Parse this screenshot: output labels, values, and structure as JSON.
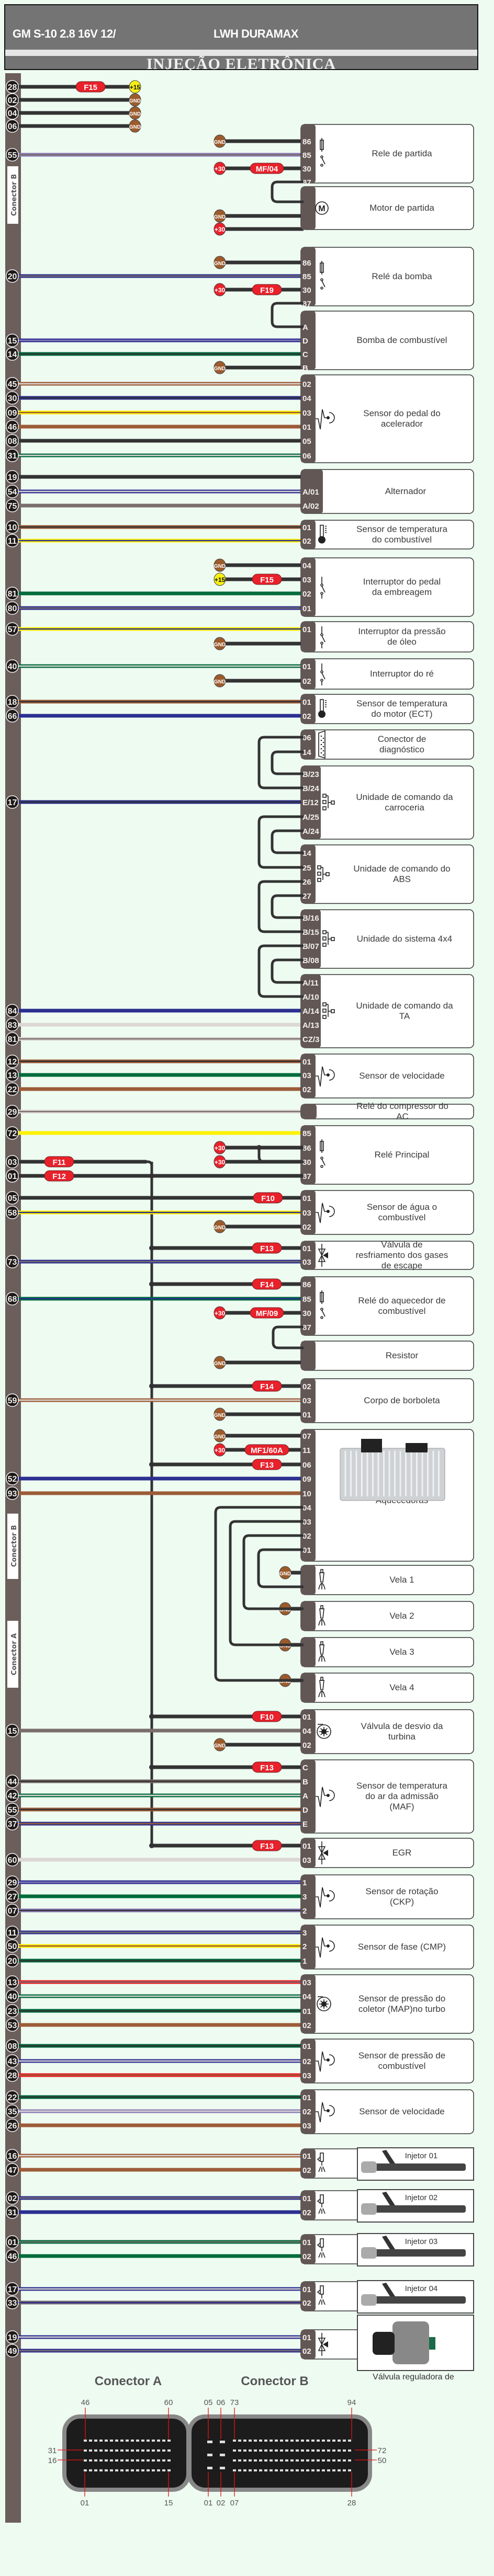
{
  "header": {
    "vehicle": "GM S-10   2.8  16V     12/",
    "engine": "LWH DURAMAX",
    "subtitle": "INJEÇÃO ELETRÔNICA"
  },
  "colors": {
    "background": "#eefbf1",
    "ecu_strip": "#6b5e5b",
    "connector_box": "#625755",
    "fuse": "#e8212b",
    "plus15": "#f7ee14",
    "gnd": "#9c5b2c",
    "wire_black": "#333333",
    "wire_blue": "#2b2f8f",
    "wire_yellow": "#fff200",
    "wire_brown": "#9c5b38",
    "wire_green": "#006b3c",
    "wire_white": "#dcd6d4",
    "wire_gray": "#7a6e6b",
    "wire_violet": "#8a7ab8",
    "wire_red": "#ec1c24"
  },
  "connector_labels": {
    "b": "Conector B",
    "a": "Conector A"
  },
  "power_feeds": [
    {
      "pin": "28",
      "fuse": "F15",
      "source": "+15"
    },
    {
      "pin": "02",
      "source": "GND"
    },
    {
      "pin": "04",
      "source": "GND"
    },
    {
      "pin": "06",
      "source": "GND"
    }
  ],
  "components": [
    {
      "name": "Rele de partida",
      "icon": "relay-icon",
      "pins": [
        {
          "pin": "86",
          "src": "GND"
        },
        {
          "pin": "85",
          "ecu": "55",
          "wire": "violet-gray"
        },
        {
          "pin": "30",
          "src": "+30",
          "fuse": "MF/04"
        },
        {
          "pin": "87",
          "link": "motor"
        }
      ]
    },
    {
      "name": "Motor de partida",
      "icon": "motor-icon",
      "pins": [
        {
          "pin": "",
          "link": "rele"
        },
        {
          "pin": "",
          "src": "GND"
        },
        {
          "pin": "",
          "src": "+30"
        }
      ]
    },
    {
      "name": "Relé da bomba",
      "icon": "relay-icon",
      "pins": [
        {
          "pin": "86",
          "src": "GND"
        },
        {
          "pin": "85",
          "ecu": "20",
          "wire": "blue-gray"
        },
        {
          "pin": "30",
          "src": "+30",
          "fuse": "F19"
        },
        {
          "pin": "87",
          "link": "bomba"
        }
      ]
    },
    {
      "name": "Bomba de combustível",
      "icon": "",
      "pins": [
        {
          "pin": "A",
          "link": "rele"
        },
        {
          "pin": "D",
          "ecu": "15",
          "wire": "blue-violet"
        },
        {
          "pin": "C",
          "ecu": "14",
          "wire": "green-black"
        },
        {
          "pin": "B",
          "src": "GND"
        }
      ]
    },
    {
      "name": "Sensor do pedal do acelerador",
      "icon": "sensor-icon",
      "pins": [
        {
          "pin": "02",
          "ecu": "45",
          "wire": "brown-white"
        },
        {
          "pin": "04",
          "ecu": "30",
          "wire": "blue-black"
        },
        {
          "pin": "03",
          "ecu": "09",
          "wire": "yellow-brown"
        },
        {
          "pin": "01",
          "ecu": "46",
          "wire": "brown"
        },
        {
          "pin": "05",
          "ecu": "08",
          "wire": "black"
        },
        {
          "pin": "06",
          "ecu": "31",
          "wire": "green-white"
        }
      ]
    },
    {
      "name": "Alternador",
      "icon": "",
      "pins": [
        {
          "pin": "",
          "ecu": "19",
          "wire": "black"
        },
        {
          "pin": "A/01",
          "ecu": "54",
          "wire": "blue-white"
        },
        {
          "pin": "A/02",
          "ecu": "75",
          "wire": "gray"
        }
      ]
    },
    {
      "name": "Sensor de temperatura do combustível",
      "icon": "thermometer-icon",
      "pins": [
        {
          "pin": "01",
          "ecu": "10",
          "wire": "brown-black"
        },
        {
          "pin": "02",
          "ecu": "11",
          "wire": "yellow-blue"
        }
      ]
    },
    {
      "name": "Interruptor do pedal da embreagem",
      "icon": "switch-icon",
      "pins": [
        {
          "pin": "04",
          "src": "GND"
        },
        {
          "pin": "03",
          "src": "+15",
          "fuse": "F15"
        },
        {
          "pin": "02",
          "ecu": "81",
          "wire": "green"
        },
        {
          "pin": "01",
          "ecu": "80",
          "wire": "blue-gray"
        }
      ]
    },
    {
      "name": "Interruptor da pressão de óleo",
      "icon": "switch-icon",
      "pins": [
        {
          "pin": "01",
          "ecu": "57",
          "wire": "yellow-blue"
        },
        {
          "pin": "",
          "src": "GND"
        }
      ]
    },
    {
      "name": "Interruptor do ré",
      "icon": "switch-icon",
      "pins": [
        {
          "pin": "01",
          "ecu": "40",
          "wire": "green-white"
        },
        {
          "pin": "02",
          "src": "GND"
        }
      ]
    },
    {
      "name": "Sensor de temperatura do motor (ECT)",
      "icon": "thermometer-icon",
      "pins": [
        {
          "pin": "01",
          "ecu": "18",
          "wire": "brown-black"
        },
        {
          "pin": "02",
          "ecu": "66",
          "wire": "blue"
        }
      ]
    },
    {
      "name": "Conector de diagnóstico",
      "icon": "diagnostic-connector-icon",
      "pins": [
        {
          "pin": "06",
          "link": "can"
        },
        {
          "pin": "14",
          "link": "can"
        }
      ]
    },
    {
      "name": "Unidade de comando da carroceria",
      "icon": "network-icon",
      "pins": [
        {
          "pin": "B/23",
          "link": "can"
        },
        {
          "pin": "B/24",
          "link": "can"
        },
        {
          "pin": "E/12",
          "ecu": "17",
          "wire": "blue-black"
        },
        {
          "pin": "A/25",
          "link": "can"
        },
        {
          "pin": "A/24",
          "link": "can"
        }
      ]
    },
    {
      "name": "Unidade de comando do ABS",
      "icon": "network-icon",
      "pins": [
        {
          "pin": "14",
          "link": "can"
        },
        {
          "pin": "25",
          "link": "can"
        },
        {
          "pin": "26",
          "link": "can"
        },
        {
          "pin": "27",
          "link": "can"
        }
      ]
    },
    {
      "name": "Unidade do sistema 4x4",
      "icon": "network-icon",
      "pins": [
        {
          "pin": "B/16",
          "link": "can"
        },
        {
          "pin": "B/15",
          "link": "can"
        },
        {
          "pin": "B/07",
          "link": "can"
        },
        {
          "pin": "B/08",
          "link": "can"
        }
      ]
    },
    {
      "name": "Unidade de comando da TA",
      "icon": "network-icon",
      "pins": [
        {
          "pin": "A/11",
          "link": "can"
        },
        {
          "pin": "A/10",
          "link": "can"
        },
        {
          "pin": "A/14",
          "ecu": "84",
          "wire": "blue"
        },
        {
          "pin": "A/13",
          "ecu": "83",
          "wire": "white"
        },
        {
          "pin": "CZ/3",
          "ecu": "81",
          "wire": "white-gray"
        }
      ]
    },
    {
      "name": "Sensor de velocidade",
      "icon": "sensor-icon",
      "pins": [
        {
          "pin": "01",
          "ecu": "12",
          "wire": "brown-black"
        },
        {
          "pin": "03",
          "ecu": "13",
          "wire": "green"
        },
        {
          "pin": "02",
          "ecu": "22",
          "wire": "brown"
        }
      ]
    },
    {
      "name": "Relé do compressor do AC",
      "icon": "",
      "pins": [
        {
          "pin": "",
          "ecu": "29",
          "wire": "white-gray"
        }
      ]
    },
    {
      "name": "Relé Principal",
      "icon": "relay-icon",
      "pins": [
        {
          "pin": "85",
          "ecu": "72",
          "wire": "yellow"
        },
        {
          "pin": "86",
          "src": "+30"
        },
        {
          "pin": "30",
          "src": "+30"
        },
        {
          "pin": "87",
          "ecu": "01",
          "fuse": "F12",
          "wire": "black"
        }
      ]
    },
    {
      "name": "Sensor de água o combustível",
      "icon": "sensor-icon",
      "pins": [
        {
          "pin": "01",
          "ecu": "05",
          "fuse": "F10",
          "wire": "black"
        },
        {
          "pin": "03",
          "ecu": "58",
          "wire": "yellow-blue"
        },
        {
          "pin": "02",
          "src": "GND"
        }
      ]
    },
    {
      "name": "Válvula de resfriamento dos gases de escape",
      "icon": "valve-icon",
      "pins": [
        {
          "pin": "01",
          "fuse": "F13",
          "link": "bus"
        },
        {
          "pin": "03",
          "ecu": "73",
          "wire": "blue-gray"
        }
      ]
    },
    {
      "name": "Relé do aquecedor de combustível",
      "icon": "relay-icon",
      "pins": [
        {
          "pin": "86",
          "fuse": "F14",
          "link": "bus"
        },
        {
          "pin": "85",
          "ecu": "68",
          "wire": "green-blue"
        },
        {
          "pin": "30",
          "src": "+30",
          "fuse": "MF/09"
        },
        {
          "pin": "87",
          "link": "resistor"
        }
      ]
    },
    {
      "name": "Resistor",
      "icon": "",
      "pins": [
        {
          "pin": "",
          "link": "rele"
        },
        {
          "pin": "",
          "src": "GND"
        }
      ]
    },
    {
      "name": "Corpo de borboleta",
      "icon": "",
      "pins": [
        {
          "pin": "02",
          "fuse": "F14",
          "link": "bus"
        },
        {
          "pin": "03",
          "ecu": "59",
          "wire": "brown-white"
        },
        {
          "pin": "01",
          "src": "GND"
        }
      ]
    },
    {
      "name": "Módulo das velas Aquecedoras",
      "icon": "glow-module-photo",
      "pins": [
        {
          "pin": "07",
          "src": "GND"
        },
        {
          "pin": "11",
          "src": "+30",
          "fuse": "MF1/60A"
        },
        {
          "pin": "06",
          "fuse": "F13",
          "link": "bus"
        },
        {
          "pin": "09",
          "ecu": "52",
          "wire": "blue"
        },
        {
          "pin": "10",
          "ecu": "93",
          "wire": "brown"
        },
        {
          "pin": "04",
          "link": "vela4"
        },
        {
          "pin": "03",
          "link": "vela3"
        },
        {
          "pin": "02",
          "link": "vela2"
        },
        {
          "pin": "01",
          "link": "vela1"
        }
      ]
    },
    {
      "name": "Vela 1",
      "icon": "glow-plug-icon",
      "pins": [
        {
          "pin": "",
          "src": "GND"
        },
        {
          "pin": "",
          "link": "mod"
        }
      ]
    },
    {
      "name": "Vela 2",
      "icon": "glow-plug-icon",
      "pins": [
        {
          "pin": "",
          "src": "GND"
        },
        {
          "pin": "",
          "link": "mod"
        }
      ]
    },
    {
      "name": "Vela 3",
      "icon": "glow-plug-icon",
      "pins": [
        {
          "pin": "",
          "src": "GND"
        },
        {
          "pin": "",
          "link": "mod"
        }
      ]
    },
    {
      "name": "Vela 4",
      "icon": "glow-plug-icon",
      "pins": [
        {
          "pin": "",
          "src": "GND"
        },
        {
          "pin": "",
          "link": "mod"
        }
      ]
    },
    {
      "name": "Válvula de desvio da turbina",
      "icon": "turbo-icon",
      "pins": [
        {
          "pin": "01",
          "fuse": "F10",
          "link": "bus"
        },
        {
          "pin": "04",
          "ecu": "15",
          "wire": "gray"
        },
        {
          "pin": "02",
          "src": "GND"
        }
      ]
    },
    {
      "name": "Sensor de temperatura do ar da admissão (MAF)",
      "icon": "sensor-icon",
      "pins": [
        {
          "pin": "C",
          "fuse": "F13",
          "link": "bus"
        },
        {
          "pin": "B",
          "ecu": "44",
          "wire": "gray-black"
        },
        {
          "pin": "A",
          "ecu": "42",
          "wire": "green-white"
        },
        {
          "pin": "D",
          "ecu": "55",
          "wire": "brown-black"
        },
        {
          "pin": "E",
          "ecu": "37",
          "wire": "blue-brown"
        }
      ]
    },
    {
      "name": "EGR",
      "icon": "valve-icon",
      "pins": [
        {
          "pin": "01",
          "fuse": "F13",
          "link": "bus"
        },
        {
          "pin": "03",
          "ecu": "60",
          "wire": "white"
        }
      ]
    },
    {
      "name": "Sensor de rotação (CKP)",
      "icon": "sensor-icon",
      "pins": [
        {
          "pin": "1",
          "ecu": "29",
          "wire": "blue-violet"
        },
        {
          "pin": "3",
          "ecu": "27",
          "wire": "green"
        },
        {
          "pin": "2",
          "ecu": "07",
          "wire": "violet-black"
        }
      ]
    },
    {
      "name": "Sensor de fase (CMP)",
      "icon": "sensor-icon",
      "pins": [
        {
          "pin": "3",
          "ecu": "11",
          "wire": "blue-gray"
        },
        {
          "pin": "2",
          "ecu": "50",
          "wire": "yellow-brown"
        },
        {
          "pin": "1",
          "ecu": "20",
          "wire": "green-black"
        }
      ]
    },
    {
      "name": "Sensor de pressão do coletor (MAP)no turbo",
      "icon": "turbo-icon",
      "pins": [
        {
          "pin": "03",
          "ecu": "13",
          "wire": "red-gray"
        },
        {
          "pin": "04",
          "ecu": "40",
          "wire": "green-white"
        },
        {
          "pin": "01",
          "ecu": "23",
          "wire": "green-black"
        },
        {
          "pin": "02",
          "ecu": "53",
          "wire": "brown"
        }
      ]
    },
    {
      "name": "Sensor de pressão de combustível",
      "icon": "sensor-icon",
      "pins": [
        {
          "pin": "01",
          "ecu": "08",
          "wire": "green-black"
        },
        {
          "pin": "02",
          "ecu": "43",
          "wire": "blue-white"
        },
        {
          "pin": "03",
          "ecu": "28",
          "wire": "red-brown"
        }
      ]
    },
    {
      "name": "Sensor de velocidade",
      "icon": "sensor-icon",
      "pins": [
        {
          "pin": "01",
          "ecu": "22",
          "wire": "green-black"
        },
        {
          "pin": "02",
          "ecu": "35",
          "wire": "violet-white"
        },
        {
          "pin": "03",
          "ecu": "26",
          "wire": "brown"
        }
      ]
    },
    {
      "name": "Injetor 01",
      "icon": "injector-icon",
      "pins": [
        {
          "pin": "01",
          "ecu": "16",
          "wire": "brown-white"
        },
        {
          "pin": "02",
          "ecu": "47",
          "wire": "brown"
        }
      ]
    },
    {
      "name": "Injetor 02",
      "icon": "injector-icon",
      "pins": [
        {
          "pin": "01",
          "ecu": "02",
          "wire": "blue-gray"
        },
        {
          "pin": "02",
          "ecu": "31",
          "wire": "blue"
        }
      ]
    },
    {
      "name": "Injetor 03",
      "icon": "injector-icon",
      "pins": [
        {
          "pin": "01",
          "ecu": "01",
          "wire": "green-gray"
        },
        {
          "pin": "02",
          "ecu": "46",
          "wire": "green"
        }
      ]
    },
    {
      "name": "Injetor 04",
      "icon": "injector-icon",
      "pins": [
        {
          "pin": "01",
          "ecu": "17",
          "wire": "blue-white"
        },
        {
          "pin": "02",
          "ecu": "33",
          "wire": "gray-blue"
        }
      ]
    },
    {
      "name": "Válvula reguladora de",
      "icon": "valve-icon",
      "pins": [
        {
          "pin": "01",
          "ecu": "19",
          "wire": "blue-white"
        },
        {
          "pin": "02",
          "ecu": "49",
          "wire": "blue-gray"
        }
      ]
    }
  ],
  "ecu_pinout": {
    "connector_a": {
      "title": "Conector A",
      "top_left": "46",
      "top_right": "60",
      "left_upper": "31",
      "left_lower": "16",
      "bottom_left": "01",
      "bottom_right": "15"
    },
    "connector_b": {
      "title": "Conector B",
      "top": [
        "05",
        "06",
        "73"
      ],
      "top_right": "94",
      "right_upper": "72",
      "right_lower": "50",
      "bottom": [
        "01",
        "02",
        "07"
      ],
      "bottom_right": "28"
    }
  },
  "glow_fuse_labels": {
    "main_relay_supply": "+30",
    "f11": "F11",
    "f12": "F12"
  }
}
